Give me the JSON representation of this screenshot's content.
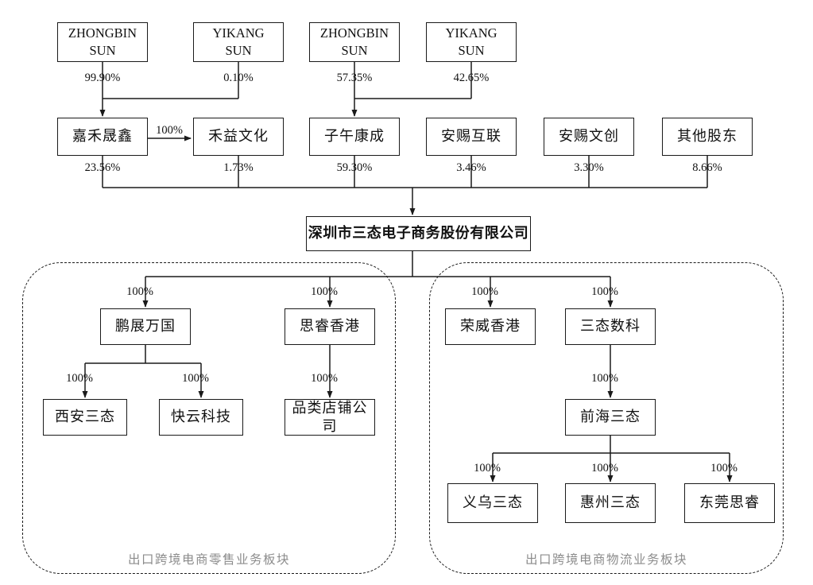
{
  "company": {
    "name": "深圳市三态电子商务股份有限公司"
  },
  "shareholders_row1": [
    {
      "name": "ZHONGBIN SUN",
      "stake": "99.90%"
    },
    {
      "name": "YIKANG SUN",
      "stake": "0.10%"
    },
    {
      "name": "ZHONGBIN SUN",
      "stake": "57.35%"
    },
    {
      "name": "YIKANG SUN",
      "stake": "42.65%"
    }
  ],
  "shareholders_row2": [
    {
      "name": "嘉禾晟鑫",
      "stake": "23.56%"
    },
    {
      "name": "禾益文化",
      "stake": "1.73%"
    },
    {
      "name": "子午康成",
      "stake": "59.30%"
    },
    {
      "name": "安赐互联",
      "stake": "3.46%"
    },
    {
      "name": "安赐文创",
      "stake": "3.30%"
    },
    {
      "name": "其他股东",
      "stake": "8.66%"
    }
  ],
  "transfer_arrow": {
    "label": "100%"
  },
  "retail_segment": {
    "caption": "出口跨境电商零售业务板块",
    "level1": [
      {
        "name": "鹏展万国",
        "stake": "100%"
      },
      {
        "name": "思睿香港",
        "stake": "100%"
      }
    ],
    "level2": [
      {
        "name": "西安三态",
        "stake": "100%"
      },
      {
        "name": "快云科技",
        "stake": "100%"
      },
      {
        "name": "品类店铺公司",
        "stake": "100%"
      }
    ]
  },
  "logistics_segment": {
    "caption": "出口跨境电商物流业务板块",
    "level1": [
      {
        "name": "荣威香港",
        "stake": "100%"
      },
      {
        "name": "三态数科",
        "stake": "100%"
      }
    ],
    "level2": [
      {
        "name": "前海三态",
        "stake": "100%"
      }
    ],
    "level3": [
      {
        "name": "义乌三态",
        "stake": "100%"
      },
      {
        "name": "惠州三态",
        "stake": "100%"
      },
      {
        "name": "东莞思睿",
        "stake": "100%"
      }
    ]
  },
  "colors": {
    "line": "#1a1a1a",
    "caption": "#8c8c8c",
    "background": "#ffffff"
  }
}
